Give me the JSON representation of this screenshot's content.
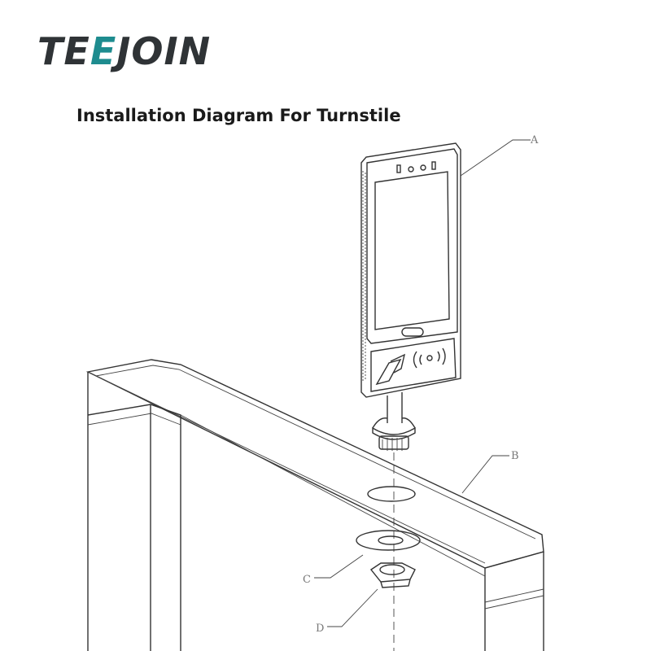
{
  "header": {
    "logo_prefix": "TE",
    "logo_accent": "E",
    "logo_suffix": "JOIN",
    "title": "Installation Diagram For Turnstile"
  },
  "colors": {
    "logo_text": "#2f3336",
    "logo_accent": "#1e8c8f",
    "line": "#333333"
  },
  "callouts": {
    "a": "A",
    "b": "B",
    "c": "C",
    "d": "D"
  }
}
